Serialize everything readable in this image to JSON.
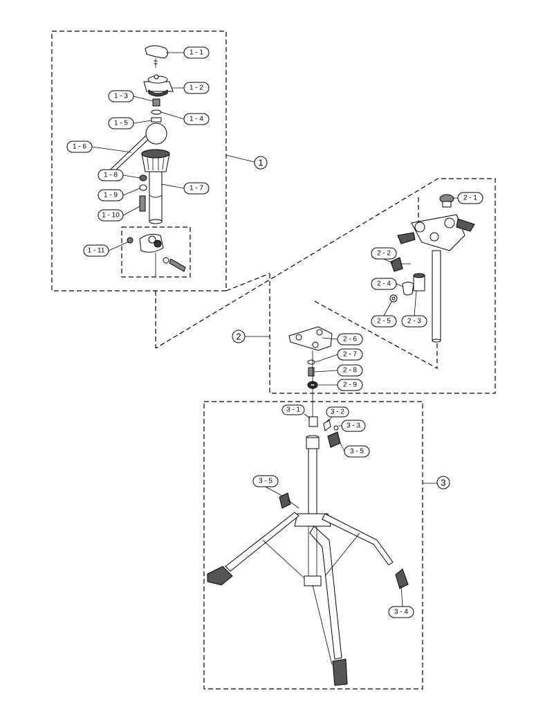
{
  "groups": [
    {
      "id": "g1",
      "label": "1"
    },
    {
      "id": "g2",
      "label": "2"
    },
    {
      "id": "g3",
      "label": "3"
    }
  ],
  "parts": {
    "p1_1": "1 - 1",
    "p1_2": "1 - 2",
    "p1_3": "1 - 3",
    "p1_4": "1 - 4",
    "p1_5": "1 - 5",
    "p1_6": "1 - 6",
    "p1_7": "1 - 7",
    "p1_8": "1 - 8",
    "p1_9": "1 - 9",
    "p1_10": "1 - 10",
    "p1_11": "1 - 11",
    "p2_1": "2 - 1",
    "p2_2": "2 - 2",
    "p2_3": "2 - 3",
    "p2_4": "2 - 4",
    "p2_5": "2 - 5",
    "p2_6": "2 - 6",
    "p2_7": "2 - 7",
    "p2_8": "2 - 8",
    "p2_9": "2 - 9",
    "p3_1": "3 - 1",
    "p3_2": "3 - 2",
    "p3_3": "3 - 3",
    "p3_4": "3 - 4",
    "p3_5a": "3 - 5",
    "p3_5b": "3 - 5"
  }
}
